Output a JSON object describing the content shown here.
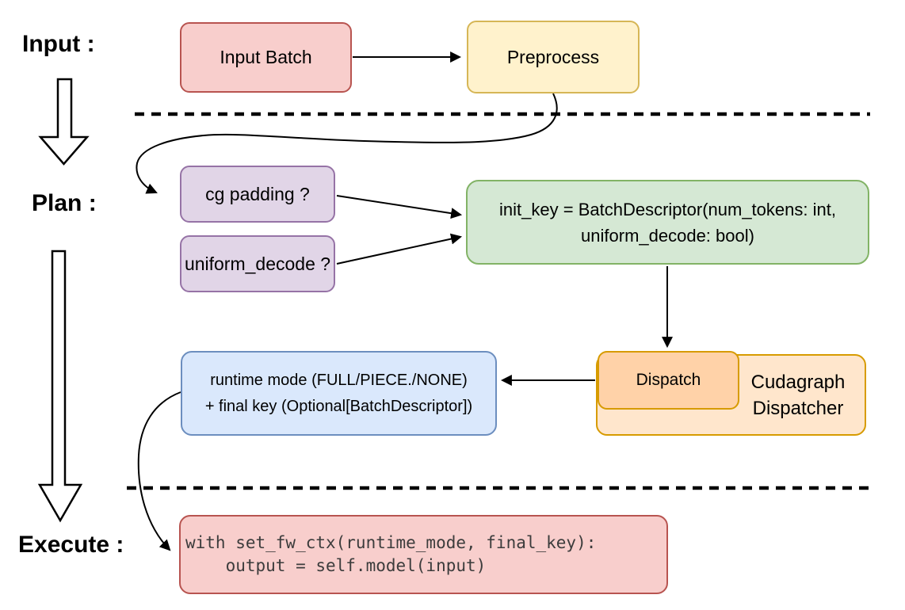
{
  "diagram": {
    "line_color": "#000000",
    "labels": {
      "input": "Input :",
      "plan": "Plan :",
      "execute": "Execute :"
    },
    "nodes": {
      "input_batch": {
        "label": "Input Batch",
        "fill": "#f8cecc",
        "stroke": "#b85450"
      },
      "preprocess": {
        "label": "Preprocess",
        "fill": "#fff2cc",
        "stroke": "#d6b656"
      },
      "cg_padding": {
        "label": "cg padding ?",
        "fill": "#e1d5e7",
        "stroke": "#9673a6"
      },
      "uniform_decode": {
        "label": "uniform_decode ?",
        "fill": "#e1d5e7",
        "stroke": "#9673a6"
      },
      "init_key": {
        "line1": "init_key = BatchDescriptor(num_tokens: int,",
        "line2": "uniform_decode: bool)",
        "fill": "#d5e8d4",
        "stroke": "#82b366"
      },
      "dispatch": {
        "label": "Dispatch",
        "fill": "#ffd2a8",
        "stroke": "#d79b00"
      },
      "cudagraph_dispatcher": {
        "line1": "Cudagraph",
        "line2": "Dispatcher",
        "fill": "#ffe6cc",
        "stroke": "#d79b00"
      },
      "runtime_result": {
        "line1": "runtime mode (FULL/PIECE./NONE)",
        "line2": "+ final key (Optional[BatchDescriptor])",
        "fill": "#dae8fc",
        "stroke": "#6c8ebf"
      },
      "execute_code": {
        "line1": "with set_fw_ctx(runtime_mode, final_key):",
        "line2": "    output = self.model(input)",
        "fill": "#f8cecc",
        "stroke": "#b85450",
        "text_color": "#3c3c3c"
      }
    }
  }
}
